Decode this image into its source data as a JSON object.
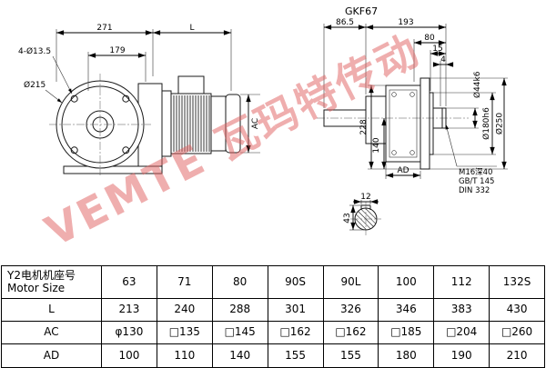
{
  "colors": {
    "line": "#1a1a1a",
    "watermark": "#e05e5e"
  },
  "watermark": {
    "text": "VEMTE 瓦玛特传动"
  },
  "left_view": {
    "dim_271": "271",
    "dim_L": "L",
    "dim_bolt_holes": "4-Ø13.5",
    "dim_179": "179",
    "dim_d215": "Ø215",
    "dim_AC": "AC"
  },
  "right_view": {
    "title": "GKF67",
    "dim_86_5": "86.5",
    "dim_193": "193",
    "dim_80": "80",
    "dim_15": "15",
    "dim_4": "4",
    "dim_d44": "Ø44k6",
    "dim_d180": "Ø180h6",
    "dim_d250": "Ø250",
    "dim_228": "228",
    "dim_140": "140",
    "dim_AD": "AD",
    "note_line1": "M16深40",
    "note_line2": "GB/T 145",
    "note_line3": "DIN 332"
  },
  "shaft_section": {
    "dim_12": "12",
    "dim_43": "43"
  },
  "table": {
    "header_label_line1": "Y2电机机座号",
    "header_label_line2": "Motor Size",
    "header_values": [
      "63",
      "71",
      "80",
      "90S",
      "90L",
      "100",
      "112",
      "132S"
    ],
    "rows": [
      {
        "label": "L",
        "values": [
          "213",
          "240",
          "288",
          "301",
          "326",
          "346",
          "383",
          "430"
        ]
      },
      {
        "label": "AC",
        "values": [
          "φ130",
          "□135",
          "□145",
          "□162",
          "□162",
          "□185",
          "□204",
          "□260"
        ]
      },
      {
        "label": "AD",
        "values": [
          "100",
          "110",
          "140",
          "155",
          "155",
          "180",
          "190",
          "210"
        ]
      }
    ]
  }
}
